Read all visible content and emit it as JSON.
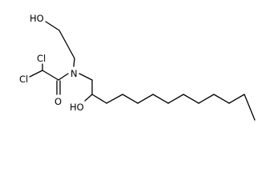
{
  "molecule": {
    "atoms": {
      "oh_top": "HO",
      "cl_upper": "Cl",
      "cl_lower": "Cl",
      "nitrogen": "N",
      "oxygen": "O",
      "oh_bottom": "HO"
    },
    "colors": {
      "bond": "#000000",
      "label": "#000000",
      "background": "#ffffff"
    }
  }
}
